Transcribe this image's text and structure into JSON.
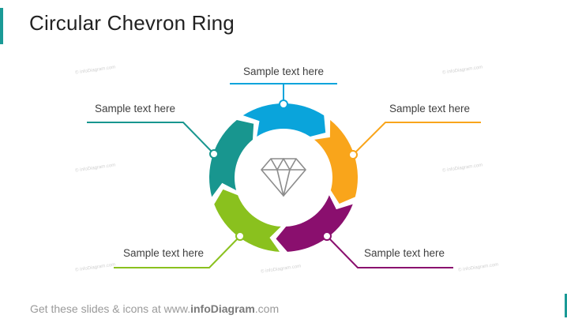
{
  "title": "Circular Chevron Ring",
  "segments": [
    {
      "id": "top",
      "label": "Sample text here",
      "color": "#0aa4db"
    },
    {
      "id": "right-top",
      "label": "Sample text here",
      "color": "#f9a51b"
    },
    {
      "id": "right-bottom",
      "label": "Sample text here",
      "color": "#8a0f6e"
    },
    {
      "id": "left-bottom",
      "label": "Sample text here",
      "color": "#8ac11e"
    },
    {
      "id": "left-top",
      "label": "Sample text here",
      "color": "#18968f"
    }
  ],
  "center_icon": "diamond-icon",
  "footer": {
    "prefix": "Get these slides & icons at www.",
    "brand": "infoDiagram",
    "suffix": ".com"
  },
  "watermark_text": "© infoDiagram.com"
}
